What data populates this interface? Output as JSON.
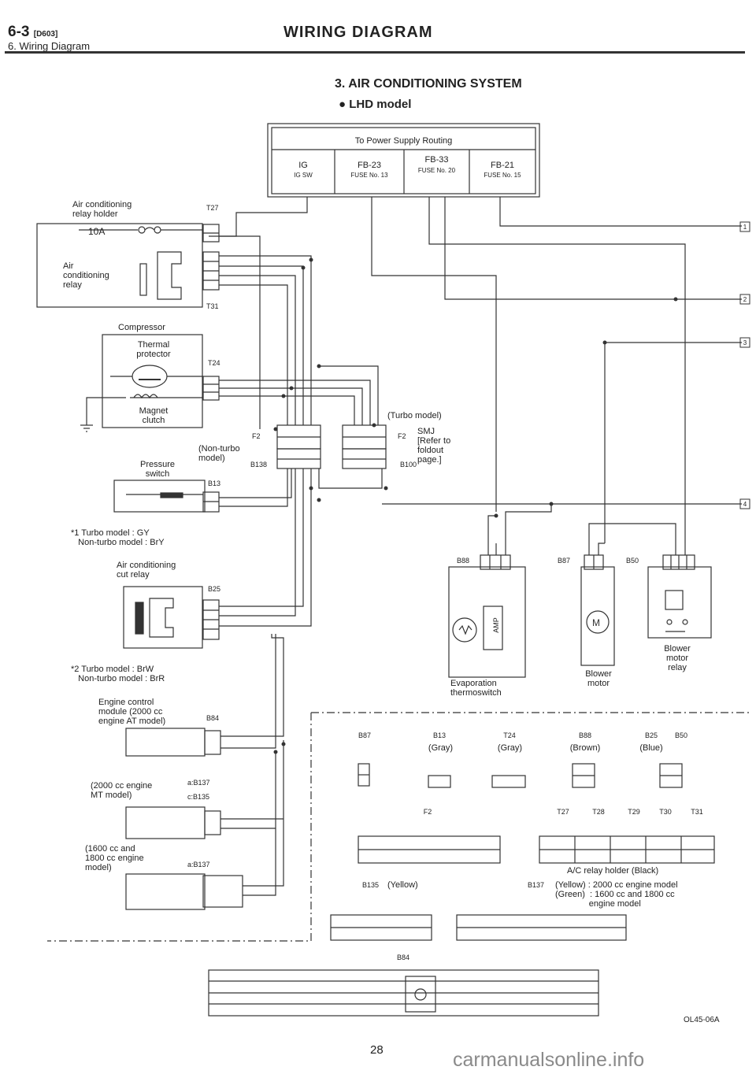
{
  "header": {
    "code": "6-3",
    "code_ref": "[D603]",
    "section": "6. Wiring Diagram",
    "title": "WIRING DIAGRAM"
  },
  "section_title": "3. AIR CONDITIONING SYSTEM",
  "model": "LHD model",
  "power_supply": {
    "title": "To Power Supply Routing",
    "cells": [
      {
        "label": "IG",
        "sub": "IG SW"
      },
      {
        "label": "FB-23",
        "sub": "FUSE No. 13"
      },
      {
        "label": "FB-33",
        "sub": "FUSE No. 20"
      },
      {
        "label": "FB-21",
        "sub": "FUSE No. 15"
      }
    ]
  },
  "components": {
    "relay_holder": "Air conditioning\nrelay holder",
    "fuse_10a": "10A",
    "ac_relay": "Air\nconditioning\nrelay",
    "compressor": "Compressor",
    "thermal_protector": "Thermal\nprotector",
    "magnet_clutch": "Magnet\nclutch",
    "pressure_switch": "Pressure\nswitch",
    "note1": "*1 Turbo model : GY\n   Non-turbo model : BrY",
    "cut_relay": "Air conditioning\ncut relay",
    "note2": "*2 Turbo model : BrW\n   Non-turbo model : BrR",
    "ecm": "Engine control\nmodule (2000 cc\nengine AT model)",
    "mt_2000": "(2000 cc engine\nMT model)",
    "eng_1600": "(1600 cc and\n1800 cc engine\nmodel)",
    "non_turbo": "(Non-turbo\nmodel)",
    "turbo": "(Turbo model)",
    "smj": "SMJ\n[Refer to\nfoldout\npage.]",
    "evap": "Evaporation\nthermoswitch",
    "amp": "AMP",
    "blower_motor": "Blower\nmotor",
    "blower_relay": "Blower\nmotor\nrelay"
  },
  "connectors": {
    "t27": "T27",
    "t31": "T31",
    "t24": "T24",
    "b13": "B13",
    "b25": "B25",
    "b84": "B84",
    "b137": "B137",
    "b135": "B135",
    "f2": "F2",
    "b138": "B138",
    "b100": "B100",
    "b88": "B88",
    "b87": "B87",
    "b50": "B50"
  },
  "connector_prefix": {
    "a": "a:",
    "c": "c:"
  },
  "connector_table": {
    "row1": [
      "B87",
      "B13",
      "T24",
      "B88",
      "B25",
      "B50"
    ],
    "colors": [
      "",
      "(Gray)",
      "(Gray)",
      "(Brown)",
      "(Blue)",
      ""
    ],
    "f2": "F2",
    "relay_holder_row": [
      "T27",
      "T28",
      "T29",
      "T30",
      "T31"
    ],
    "relay_holder": "A/C relay holder (Black)",
    "b135": "B135",
    "b135_color": "(Yellow)",
    "b137": "B137",
    "b137_note": "(Yellow) : 2000 cc engine model\n(Green)  : 1600 cc and 1800 cc\n              engine model",
    "b84": "B84"
  },
  "ground_markers": [
    "1",
    "2",
    "3",
    "4"
  ],
  "figure_code": "OL45-06A",
  "page_number": "28",
  "watermark": "carmanualsonline.info"
}
